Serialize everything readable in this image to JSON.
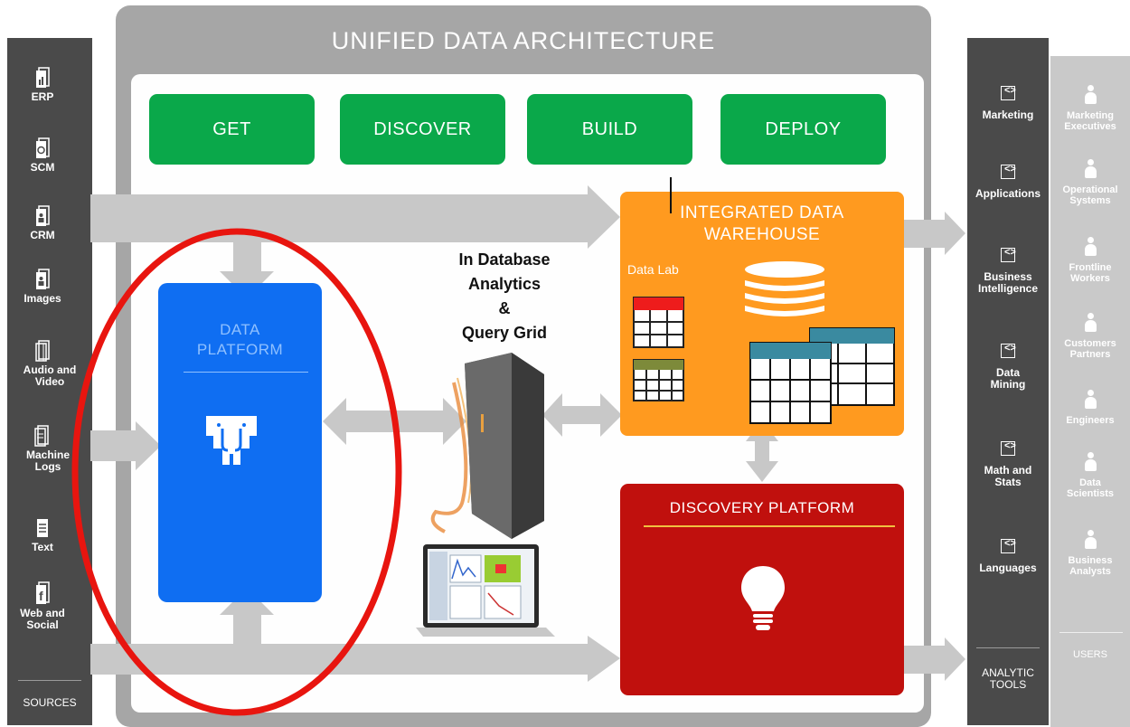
{
  "title": "UNIFIED DATA ARCHITECTURE",
  "phases": [
    "GET",
    "DISCOVER",
    "BUILD",
    "DEPLOY"
  ],
  "sources": {
    "items": [
      "ERP",
      "SCM",
      "CRM",
      "Images",
      "Audio and Video",
      "Machine Logs",
      "Text",
      "Web and Social"
    ],
    "footer": "SOURCES"
  },
  "data_platform": {
    "title_line1": "DATA",
    "title_line2": "PLATFORM",
    "icon": "hadoop-elephant-icon"
  },
  "in_db": {
    "line1": "In Database",
    "line2": "Analytics",
    "line3": "&",
    "line4": "Query Grid"
  },
  "idw": {
    "title_line1": "INTEGRATED DATA",
    "title_line2": "WAREHOUSE",
    "data_lab": "Data Lab"
  },
  "discovery": {
    "title": "DISCOVERY PLATFORM",
    "icon": "lightbulb-icon"
  },
  "tools": {
    "items": [
      "Marketing",
      "Applications",
      "Business Intelligence",
      "Data Mining",
      "Math and Stats",
      "Languages"
    ],
    "footer": "ANALYTIC TOOLS"
  },
  "users": {
    "items": [
      "Marketing Executives",
      "Operational Systems",
      "Frontline Workers",
      "Customers Partners",
      "Engineers",
      "Data Scientists",
      "Business Analysts"
    ],
    "footer": "USERS"
  },
  "colors": {
    "phase_green": "#0aa84a",
    "data_platform_blue": "#0f6ef2",
    "idw_orange": "#ff9a1f",
    "discovery_red": "#c0100d",
    "highlight_ring": "#e8150f",
    "arrow_gray": "#c8c8c8"
  }
}
